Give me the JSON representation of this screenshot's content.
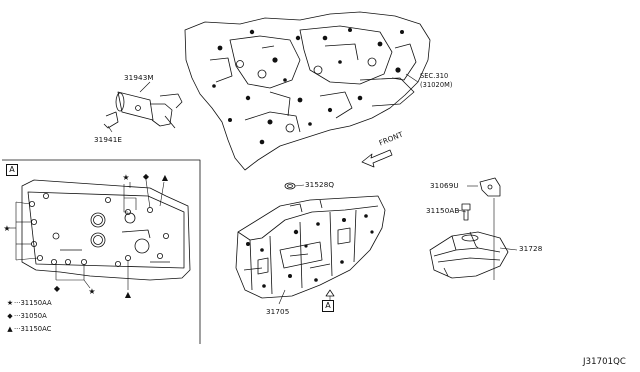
{
  "labels": {
    "part_31943M": "31943M",
    "part_31941E": "31941E",
    "sec_ref_line1": "SEC.310",
    "sec_ref_line2": "(31020M)",
    "front": "FRONT",
    "part_31528Q": "31528Q",
    "part_31069U": "31069U",
    "part_31150AB": "31150AB",
    "part_31728": "31728",
    "part_31705": "31705",
    "view_marker": "A",
    "diagram_code": "J31701QC"
  },
  "legend": [
    {
      "symbol": "★",
      "text": "···31150AA"
    },
    {
      "symbol": "◆",
      "text": "···31050A"
    },
    {
      "symbol": "▲",
      "text": "···31150AC"
    }
  ]
}
